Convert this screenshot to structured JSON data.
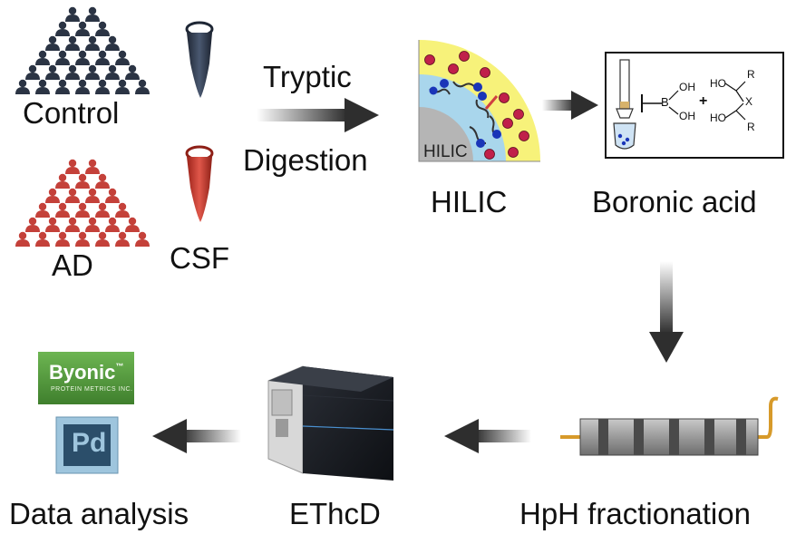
{
  "groups": {
    "control": {
      "label": "Control",
      "color": "#2b3444"
    },
    "ad": {
      "label": "AD",
      "color": "#c4413a"
    }
  },
  "sample": {
    "label": "CSF"
  },
  "digestion": {
    "line1": "Tryptic",
    "line2": "Digestion"
  },
  "steps": {
    "hilic": {
      "label": "HILIC",
      "inner_label": "HILIC"
    },
    "boronic": {
      "label": "Boronic acid"
    },
    "hph": {
      "label": "HpH fractionation"
    },
    "ethcd": {
      "label": "EThcD"
    },
    "data": {
      "label": "Data analysis"
    }
  },
  "chem": {
    "b": "B",
    "oh1": "OH",
    "oh2": "OH",
    "plus": "+",
    "ho1": "HO",
    "ho2": "HO",
    "x": "X",
    "r1": "R",
    "r2": "R"
  },
  "software": {
    "byonic_name": "Byonic",
    "byonic_tm": "™",
    "byonic_sub": "Protein Metrics Inc.",
    "pd": "Pd"
  },
  "colors": {
    "control_tube": "#2f3a4c",
    "csf_tube": "#c0392b",
    "arrow_dark": "#333333",
    "hilic_bead": "#b5b5b5",
    "hilic_water": "#a9d6ec",
    "hilic_outer": "#f7f27a",
    "byonic_green": "#4e9a3a",
    "pd_blue": "#9ec5dd"
  }
}
